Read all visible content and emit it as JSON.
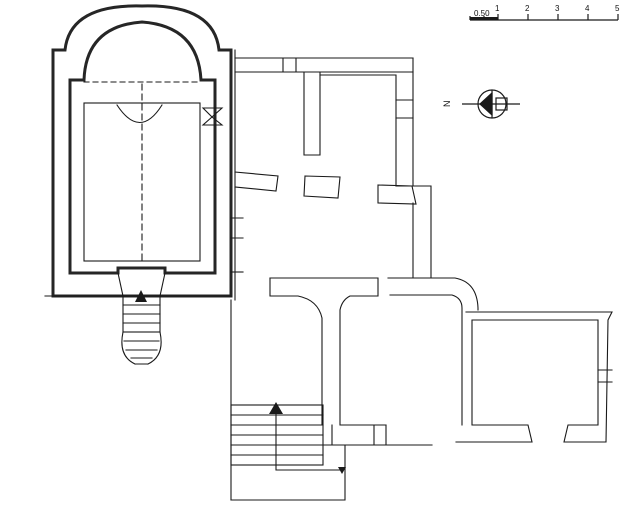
{
  "scale_bar": {
    "labels": [
      "0.50",
      "1",
      "2",
      "3",
      "4",
      "5"
    ]
  },
  "compass": {
    "label": "N"
  },
  "colors": {
    "ink": "#1a1a1a",
    "heavy_wall": "#262626",
    "paper": "#ffffff"
  }
}
